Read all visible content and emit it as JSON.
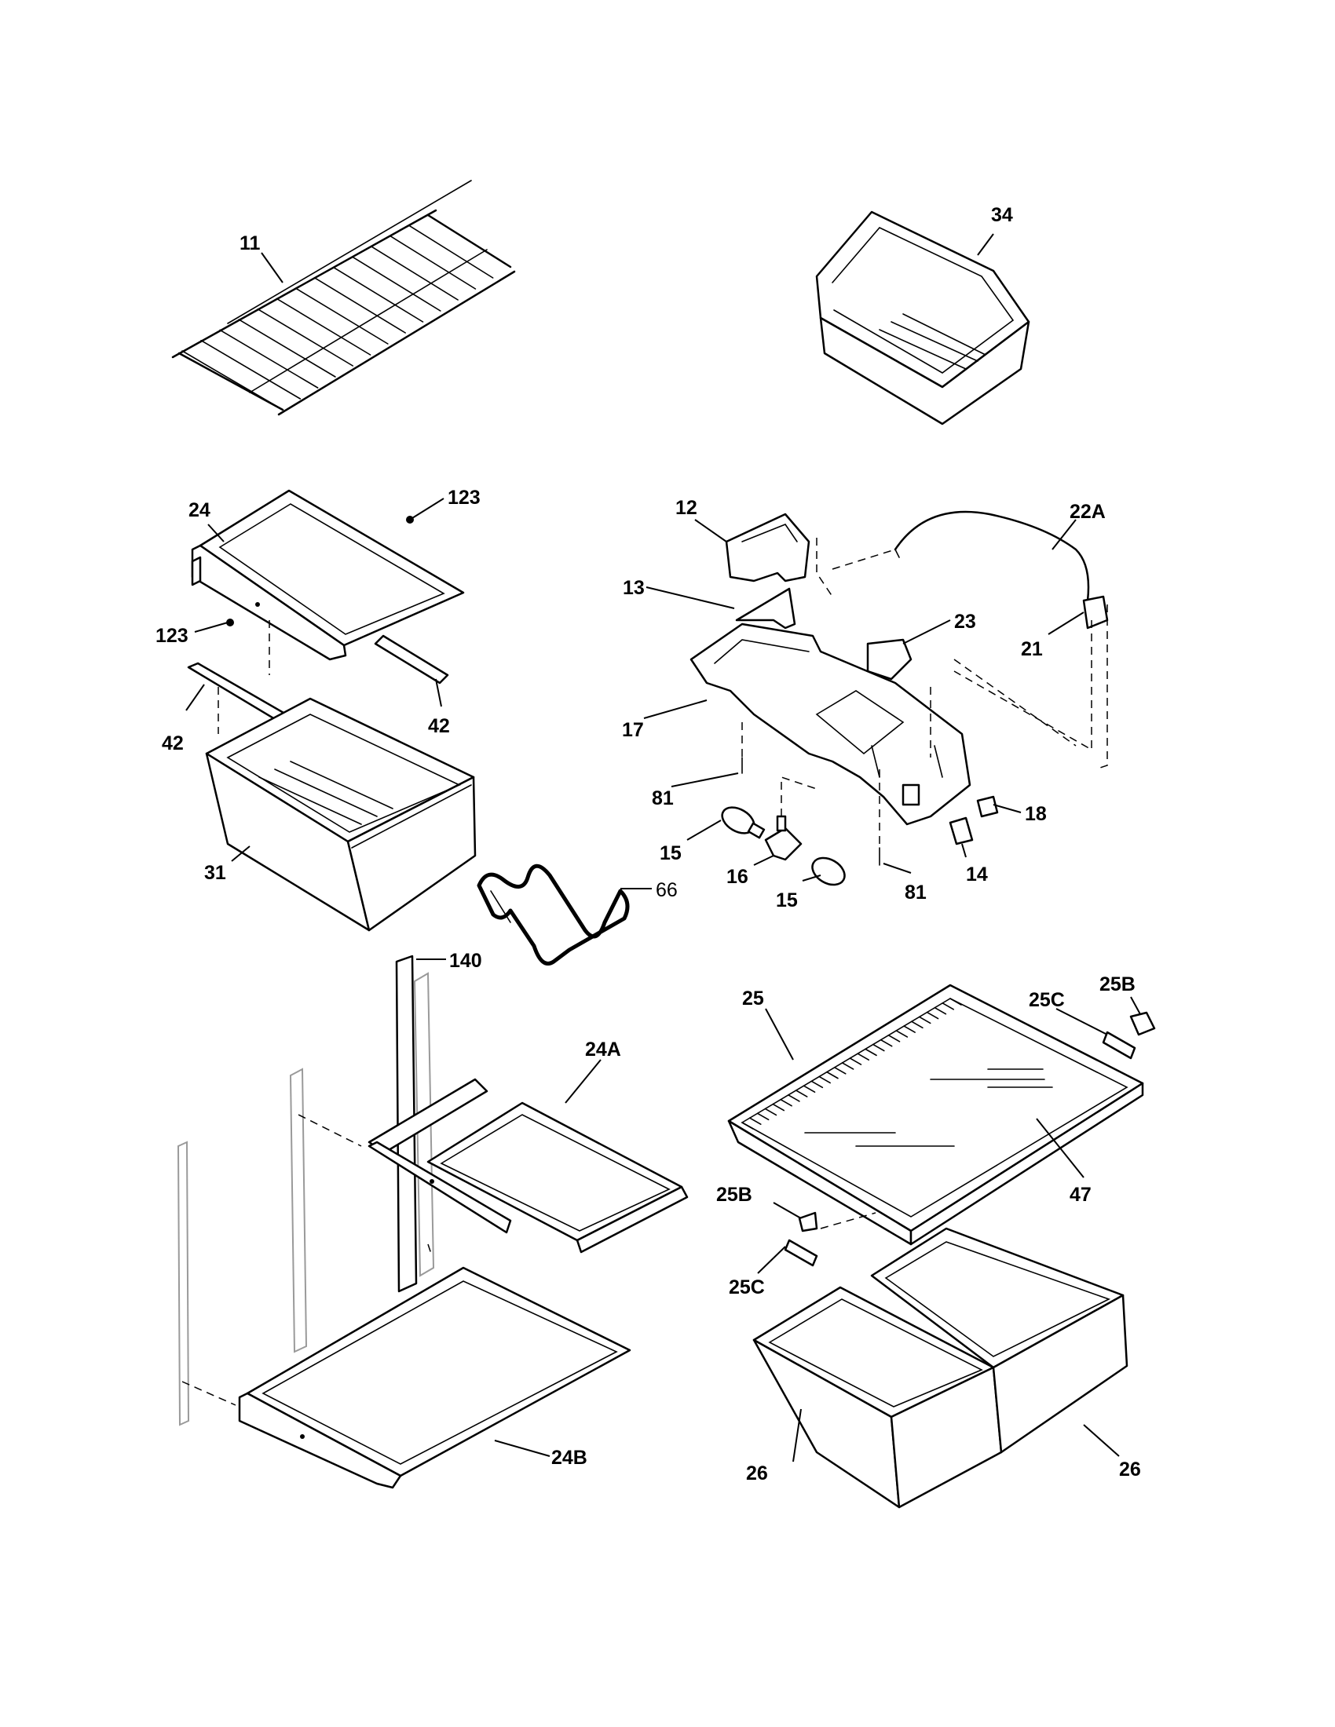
{
  "labels": {
    "p11": "11",
    "p34": "34",
    "p24": "24",
    "p123a": "123",
    "p123b": "123",
    "p42a": "42",
    "p42b": "42",
    "p31": "31",
    "p66": "66",
    "p12": "12",
    "p13": "13",
    "p22A": "22A",
    "p23": "23",
    "p21": "21",
    "p17": "17",
    "p81a": "81",
    "p81b": "81",
    "p18": "18",
    "p15a": "15",
    "p15b": "15",
    "p16": "16",
    "p14": "14",
    "p140": "140",
    "p24A": "24A",
    "p25": "25",
    "p25Ba": "25B",
    "p25Bb": "25B",
    "p25Ca": "25C",
    "p25Cb": "25C",
    "p47": "47",
    "p24B": "24B",
    "p26a": "26",
    "p26b": "26"
  }
}
